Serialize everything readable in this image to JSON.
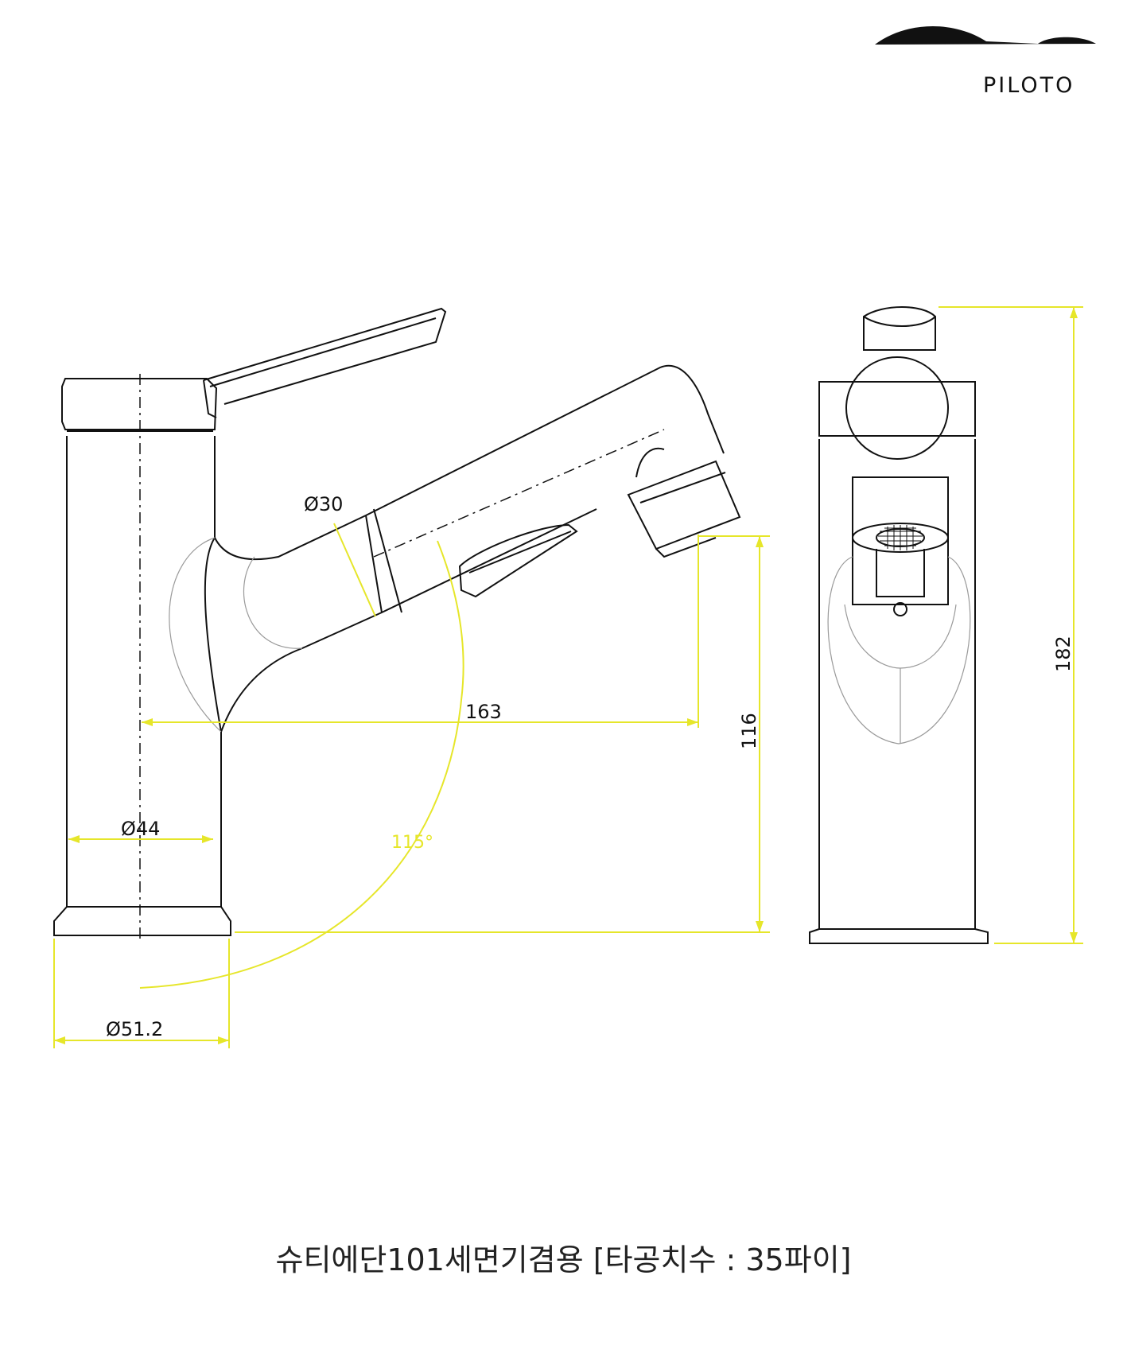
{
  "brand": {
    "name": "PILOTO"
  },
  "dimensions": {
    "spout_diameter": "Ø30",
    "reach": "163",
    "body_diameter": "Ø44",
    "angle": "115°",
    "spout_height": "116",
    "base_diameter": "Ø51.2",
    "total_height": "182"
  },
  "caption": {
    "text": "슈티에단101세면기겸용 [타공치수 : 35파이]"
  },
  "colors": {
    "line": "#111111",
    "hidden_line": "#9a9a9a",
    "dimension": "#e6e62a",
    "background": "#ffffff"
  }
}
